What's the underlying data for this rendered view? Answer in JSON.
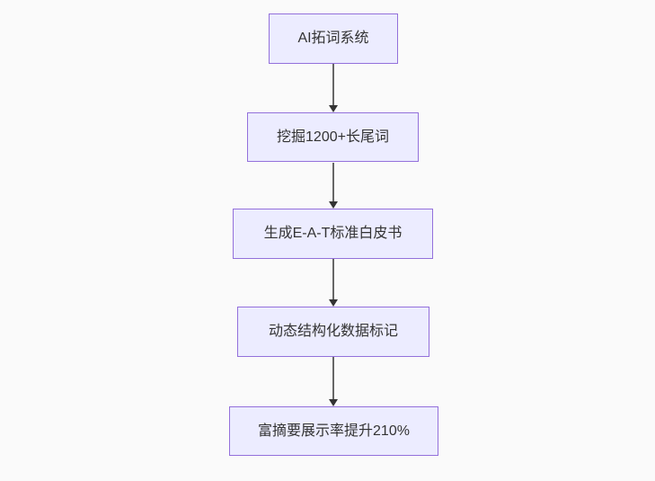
{
  "diagram": {
    "type": "flowchart",
    "direction": "top-down",
    "nodes": [
      {
        "id": "node-1",
        "label": "AI拓词系统"
      },
      {
        "id": "node-2",
        "label": "挖掘1200+长尾词"
      },
      {
        "id": "node-3",
        "label": "生成E-A-T标准白皮书"
      },
      {
        "id": "node-4",
        "label": "动态结构化数据标记"
      },
      {
        "id": "node-5",
        "label": "富摘要展示率提升210%"
      }
    ],
    "edges": [
      {
        "from": "node-1",
        "to": "node-2"
      },
      {
        "from": "node-2",
        "to": "node-3"
      },
      {
        "from": "node-3",
        "to": "node-4"
      },
      {
        "from": "node-4",
        "to": "node-5"
      }
    ],
    "colors": {
      "background": "#fafafa",
      "node_fill": "#ECECFF",
      "node_border": "#9370DB",
      "node_text": "#333333",
      "edge_line": "#666666",
      "arrowhead": "#333333"
    }
  }
}
